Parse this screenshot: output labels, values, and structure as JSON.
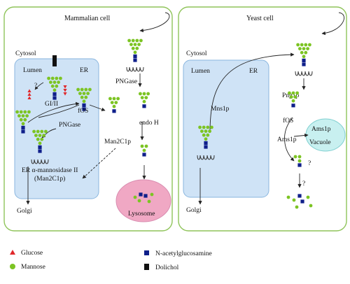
{
  "colors": {
    "cell_border": "#8fc45a",
    "er_fill": "#cfe3f6",
    "er_border": "#8ab6df",
    "vacuole_fill": "#c8f0f0",
    "lysosome_fill": "#f0a8c4",
    "lysosome_border": "#d98cb0",
    "glucose": "#e0282b",
    "mannose": "#7cc423",
    "glcnac": "#0f1f8a",
    "dolichol": "#111111"
  },
  "mammalian": {
    "title": "Mammalian cell",
    "cytosol": "Cytosol",
    "lumen": "Lumen",
    "er": "ER",
    "q": "?",
    "glucosidases": "GI/II",
    "fos": "fOS",
    "pngase_er": "PNGase",
    "mannosidase_line1": "ER α-mannosidase II",
    "mannosidase_line2": "(Man2C1p)",
    "golgi": "Golgi",
    "pngase_cyt": "PNGase",
    "endo_h": "endo H",
    "man2c1p": "Man2C1p",
    "lysosome": "Lysosome"
  },
  "yeast": {
    "title": "Yeast cell",
    "cytosol": "Cytosol",
    "lumen": "Lumen",
    "er": "ER",
    "mns1p": "Mns1p",
    "golgi": "Golgi",
    "png1p": "Png1p",
    "fos": "fOS",
    "ams1p_path": "Ams1p",
    "ams1p_vac": "Ams1p",
    "vacuole": "Vacuole",
    "q1": "?",
    "q2": "?"
  },
  "legend": {
    "glucose": "Glucose",
    "mannose": "Mannose",
    "glcnac": "N-acetylglucosamine",
    "dolichol": "Dolichol"
  }
}
